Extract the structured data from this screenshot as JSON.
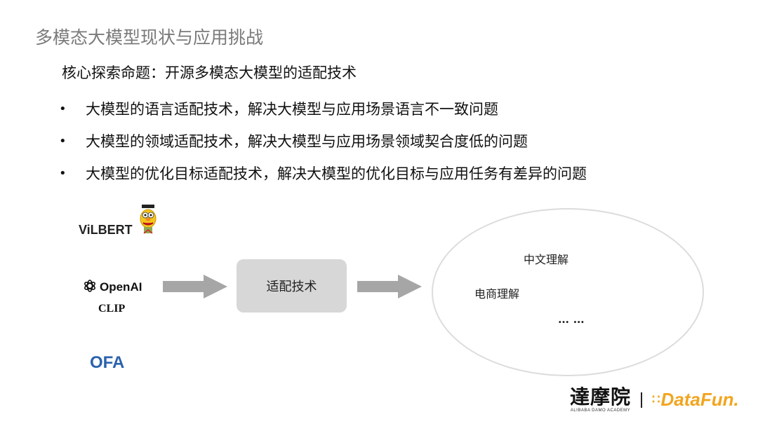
{
  "slide": {
    "title": "多模态大模型现状与应用挑战",
    "subtitle": "核心探索命题：开源多模态大模型的适配技术",
    "bullets": [
      "大模型的语言适配技术，解决大模型与应用场景语言不一致问题",
      "大模型的领域适配技术，解决大模型与应用场景领域契合度低的问题",
      "大模型的优化目标适配技术，解决大模型的优化目标与应用任务有差异的问题"
    ],
    "bullet_symbol": "•"
  },
  "diagram": {
    "models": {
      "vilbert": "ViLBERT",
      "openai": "OpenAI",
      "clip": "CLIP",
      "ofa": "OFA"
    },
    "center_box": "适配技术",
    "targets": [
      "中文理解",
      "电商理解",
      "… …"
    ],
    "colors": {
      "arrow": "#a6a6a6",
      "box": "#d7d7d7",
      "ellipse_border": "#dcdcdc",
      "ofa": "#2b62ad"
    }
  },
  "footer": {
    "damo_name": "達摩院",
    "damo_sub": "ALIBABA DAMO ACADEMY",
    "datafun": "DataFun.",
    "colors": {
      "datafun": "#f2a51f"
    }
  }
}
